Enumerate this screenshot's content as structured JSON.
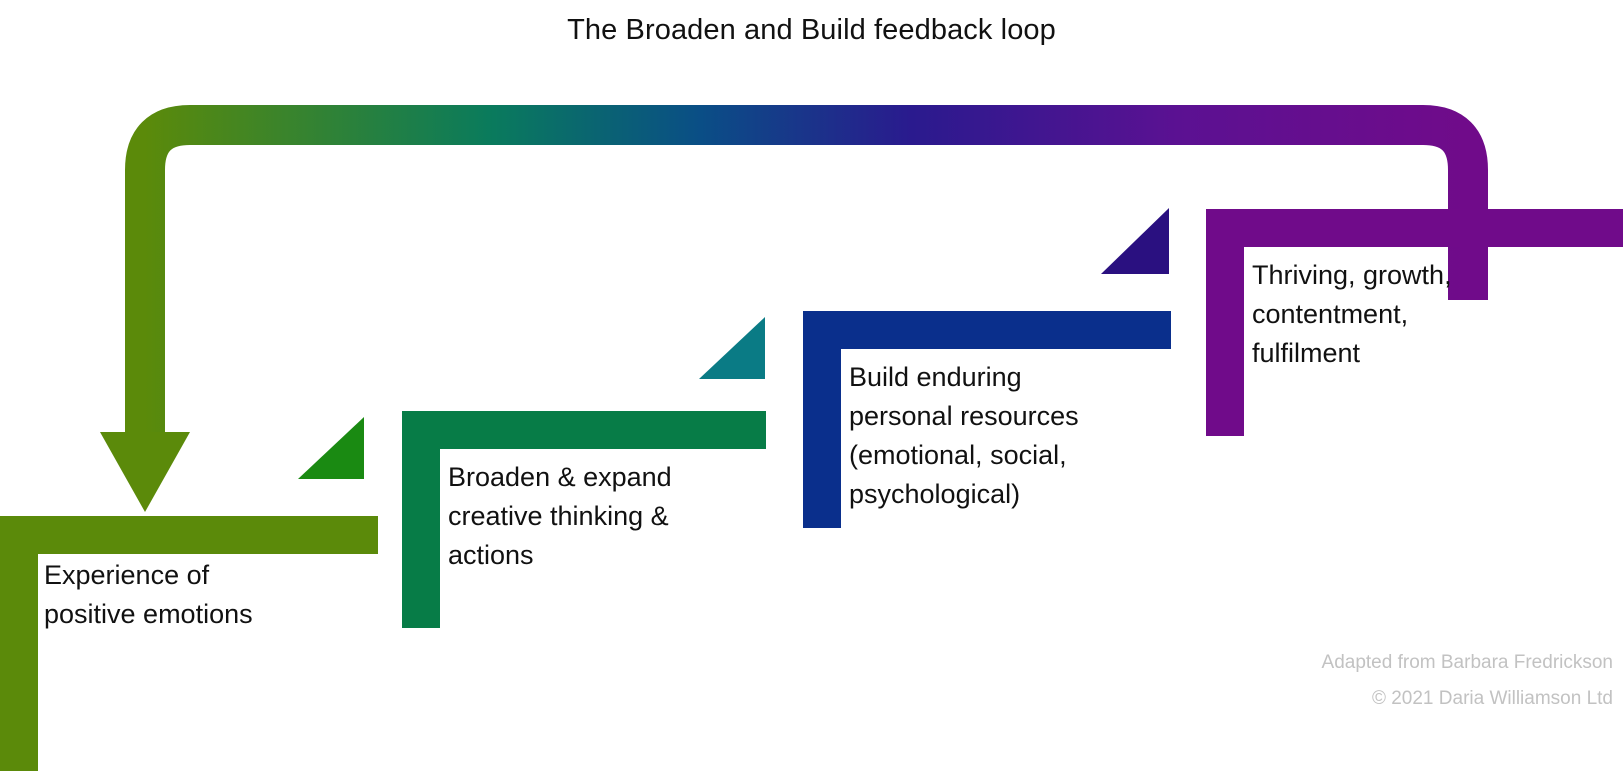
{
  "title": "The Broaden and Build feedback loop",
  "diagram": {
    "type": "feedback-loop-staircase",
    "step_count": 4,
    "steps": [
      {
        "id": "experience-positive-emotions",
        "order": 1,
        "label": "Experience of\npositive emotions",
        "color": "#5B8A0A",
        "triangle_color": null
      },
      {
        "id": "broaden-expand",
        "order": 2,
        "label": "Broaden & expand\ncreative thinking &\nactions",
        "color": "#077C47",
        "triangle_color": "#1A8A12"
      },
      {
        "id": "build-resources",
        "order": 3,
        "label": "Build enduring\npersonal resources\n(emotional, social,\npsychological)",
        "color": "#0A2F8C",
        "triangle_color": "#0A7B85"
      },
      {
        "id": "thriving-growth",
        "order": 4,
        "label": "Thriving, growth,\ncontentment,\nfulfilment",
        "color": "#700B8A",
        "triangle_color": "#2A1080"
      }
    ],
    "loop_arrow": {
      "name": "feedback-loop-arrow",
      "direction": "right-to-left-then-down",
      "gradient_from": "#700B8A",
      "gradient_to": "#5B8A0A",
      "gradient_mid": "#0A2F8C"
    }
  },
  "credits": {
    "source": "Adapted from Barbara Fredrickson",
    "copyright": "© 2021  Daria Williamson Ltd"
  }
}
